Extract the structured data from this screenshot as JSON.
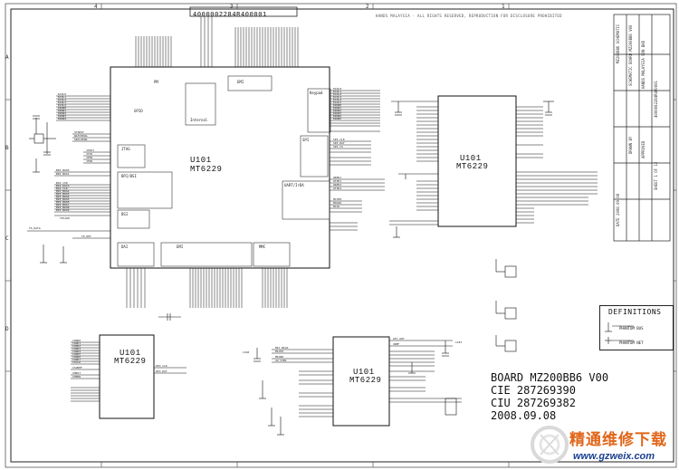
{
  "header": {
    "part_number": "4000002284R400001",
    "notice": "HANDS MALAYSIA - ALL RIGHTS RESERVED, REPRODUCTION FOR DISCLOSURE PROHIBITED"
  },
  "chips": {
    "main_ref": "U101",
    "main_part": "MT6229",
    "right_ref": "U101",
    "right_part": "MT6229",
    "lower_left_ref": "U101",
    "lower_left_part": "MT6229",
    "lower_center_ref": "U101",
    "lower_center_part": "MT6229"
  },
  "board_info": {
    "line1": "BOARD MZ200BB6 V00",
    "line2": "CIE  287269390",
    "line3": "CIU  287269382",
    "line4": "2008.09.08"
  },
  "definitions": {
    "title": "DEFINITIONS"
  },
  "watermark": {
    "text": "精通维修下载",
    "url": "www.gzweix.com"
  },
  "colors": {
    "line": "#1a1a1a",
    "watermark_orange": "#e0661a",
    "watermark_blue": "#1a3f8f"
  }
}
